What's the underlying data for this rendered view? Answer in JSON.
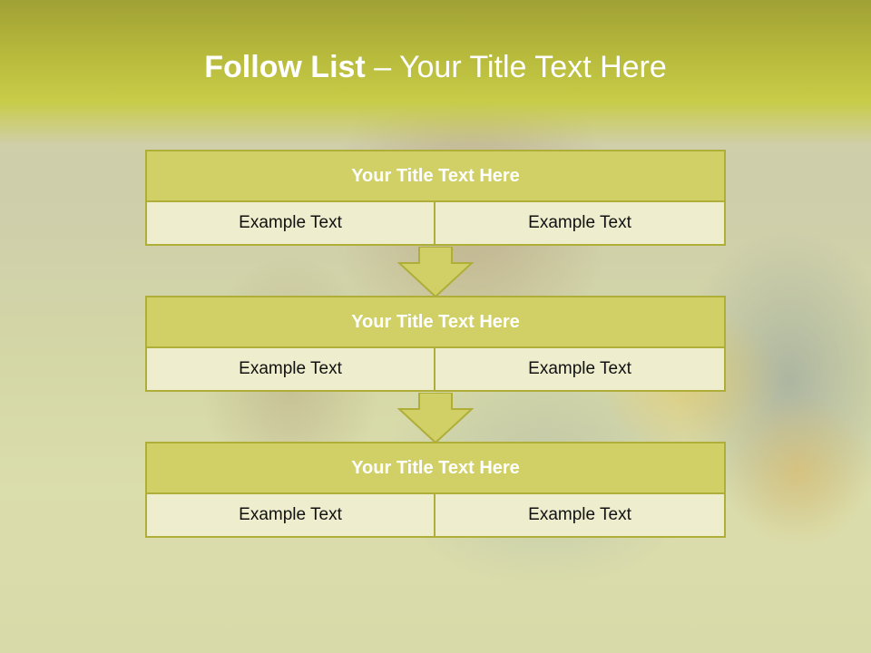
{
  "slide": {
    "title_bold": "Follow List",
    "title_rest": " – Your Title Text Here"
  },
  "blocks": [
    {
      "title": "Your Title Text Here",
      "left": "Example Text",
      "right": "Example Text"
    },
    {
      "title": "Your Title Text Here",
      "left": "Example Text",
      "right": "Example Text"
    },
    {
      "title": "Your Title Text Here",
      "left": "Example Text",
      "right": "Example Text"
    }
  ],
  "colors": {
    "header_fill": "#d1d066",
    "border": "#aeae39",
    "cell_fill": "#eeedce",
    "title_band": "#c8cc48"
  }
}
